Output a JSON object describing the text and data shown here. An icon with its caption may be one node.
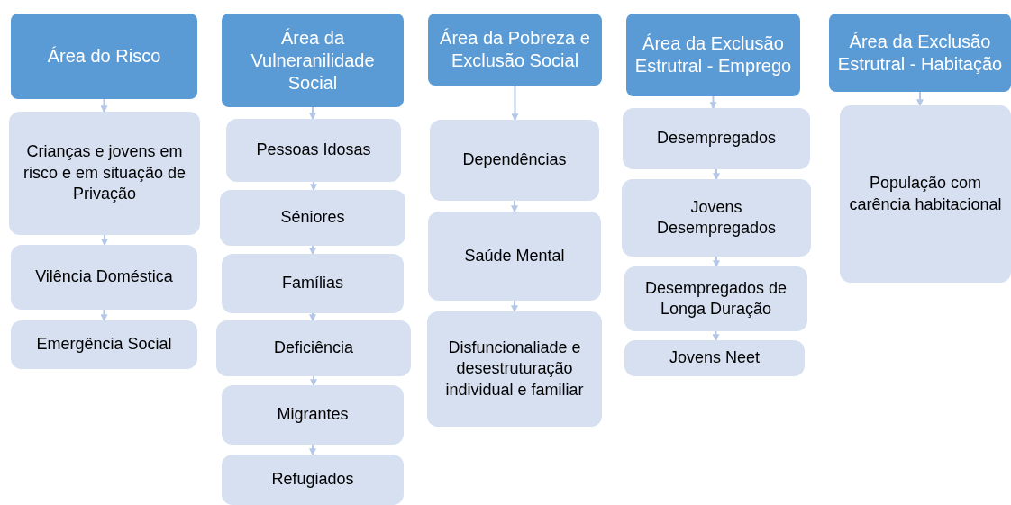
{
  "diagram": {
    "nodes": [
      {
        "text": [
          "Área do Risco"
        ]
      },
      {
        "text": [
          "Crianças e jovens em risco e em situação de Privação"
        ]
      },
      {
        "text": [
          "Vilência Doméstica"
        ]
      },
      {
        "text": [
          "Emergência Social"
        ]
      },
      {
        "text": [
          "Área da Vulneranilidade Social"
        ]
      },
      {
        "text": [
          "Pessoas Idosas"
        ]
      },
      {
        "text": [
          "Séniores"
        ]
      },
      {
        "text": [
          "Famílias"
        ]
      },
      {
        "text": [
          "Deficiência"
        ]
      },
      {
        "text": [
          "Migrantes"
        ]
      },
      {
        "text": [
          "Refugiados"
        ]
      },
      {
        "text": [
          "Área da Pobreza e Exclusão Social"
        ]
      },
      {
        "text": [
          "Dependências"
        ]
      },
      {
        "text": [
          "Saúde Mental"
        ]
      },
      {
        "text": [
          "Disfuncionaliade e desestruturação individual e familiar"
        ]
      },
      {
        "text": [
          "Área da Exclusão Estrutral - Emprego"
        ]
      },
      {
        "text": [
          "Desempregados"
        ]
      },
      {
        "text": [
          "Jovens Desempregados"
        ]
      },
      {
        "text": [
          "Desempregados de Longa Duração"
        ]
      },
      {
        "text": [
          "Jovens Neet"
        ]
      },
      {
        "text": [
          "Área da Exclusão Estrutral - Habitação"
        ]
      },
      {
        "text": [
          "População com carência habitacional"
        ]
      }
    ],
    "edges": [
      {
        "from": 0,
        "to": 1,
        "arrow": "to"
      },
      {
        "from": 1,
        "to": 2,
        "arrow": "to"
      },
      {
        "from": 2,
        "to": 3,
        "arrow": "to"
      },
      {
        "from": 4,
        "to": 5,
        "arrow": "to"
      },
      {
        "from": 5,
        "to": 6,
        "arrow": "to"
      },
      {
        "from": 6,
        "to": 7,
        "arrow": "to"
      },
      {
        "from": 7,
        "to": 8,
        "arrow": "to"
      },
      {
        "from": 8,
        "to": 9,
        "arrow": "to"
      },
      {
        "from": 9,
        "to": 10,
        "arrow": "to"
      },
      {
        "from": 11,
        "to": 12,
        "arrow": "to"
      },
      {
        "from": 12,
        "to": 13,
        "arrow": "to"
      },
      {
        "from": 13,
        "to": 14,
        "arrow": "to"
      },
      {
        "from": 15,
        "to": 16,
        "arrow": "to"
      },
      {
        "from": 16,
        "to": 17,
        "arrow": "to"
      },
      {
        "from": 17,
        "to": 18,
        "arrow": "to"
      },
      {
        "from": 18,
        "to": 19,
        "arrow": "to"
      },
      {
        "from": 20,
        "to": 21,
        "arrow": "to"
      }
    ]
  }
}
